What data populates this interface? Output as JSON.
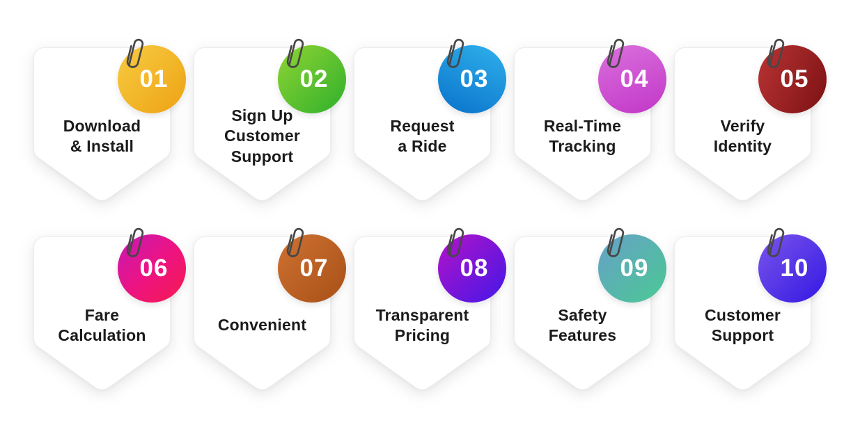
{
  "page": {
    "background_color": "#ffffff",
    "card_color": "#ffffff",
    "label_text_color": "#1b1b1b",
    "number_text_color": "#ffffff",
    "paperclip_icon_color": "#474747"
  },
  "cards": [
    {
      "number": "01",
      "label": "Download\n& Install",
      "gradient_angle": "135deg",
      "gradient_start": "#F8CB43",
      "gradient_end": "#EDA313"
    },
    {
      "number": "02",
      "label": "Sign Up\nCustomer\nSupport",
      "gradient_angle": "135deg",
      "gradient_start": "#90D434",
      "gradient_end": "#2FB02B"
    },
    {
      "number": "03",
      "label": "Request\na Ride",
      "gradient_angle": "205deg",
      "gradient_start": "#2FB1EC",
      "gradient_end": "#0A72CA"
    },
    {
      "number": "04",
      "label": "Real-Time\nTracking",
      "gradient_angle": "160deg",
      "gradient_start": "#DA70DC",
      "gradient_end": "#C237C8"
    },
    {
      "number": "05",
      "label": "Verify\nIdentity",
      "gradient_angle": "115deg",
      "gradient_start": "#B93434",
      "gradient_end": "#7C1113"
    },
    {
      "number": "06",
      "label": "Fare\nCalculation",
      "gradient_angle": "135deg",
      "gradient_start": "#C419B6",
      "gradient_mid": "#EC1383",
      "gradient_end": "#F71A4F"
    },
    {
      "number": "07",
      "label": "Convenient",
      "gradient_angle": "135deg",
      "gradient_start": "#CE7231",
      "gradient_end": "#A85018"
    },
    {
      "number": "08",
      "label": "Transparent\nPricing",
      "gradient_angle": "135deg",
      "gradient_start": "#B414C8",
      "gradient_end": "#4416E8"
    },
    {
      "number": "09",
      "label": "Safety\nFeatures",
      "gradient_angle": "135deg",
      "gradient_start": "#66A0C8",
      "gradient_end": "#4BC993"
    },
    {
      "number": "10",
      "label": "Customer\nSupport",
      "gradient_angle": "135deg",
      "gradient_start": "#7A55EC",
      "gradient_end": "#3318E2"
    }
  ]
}
